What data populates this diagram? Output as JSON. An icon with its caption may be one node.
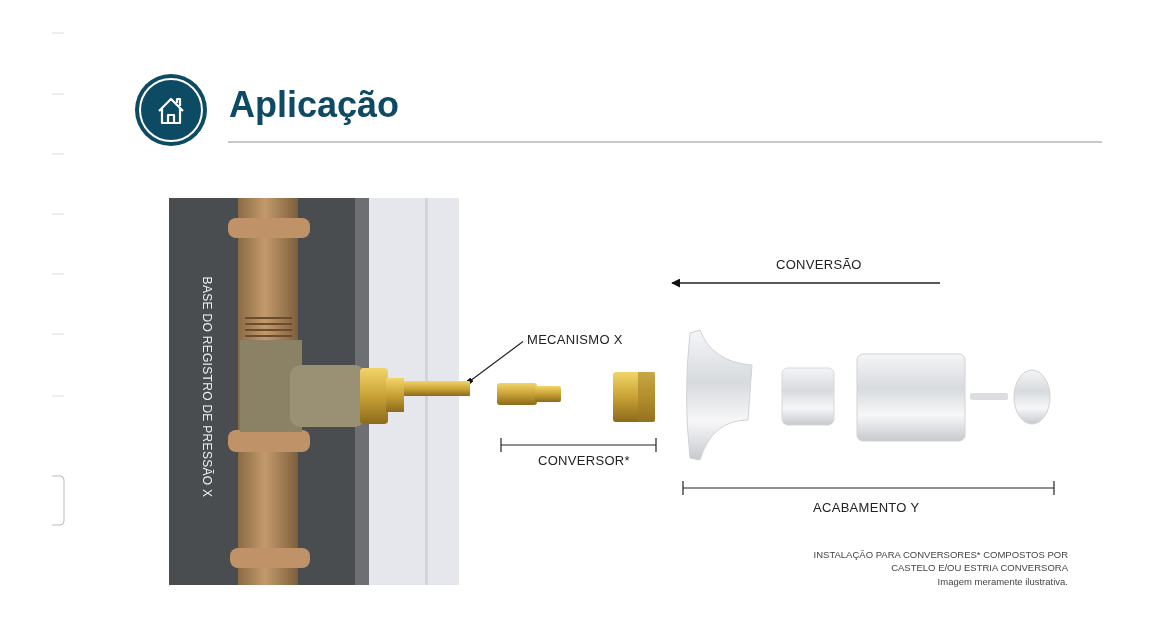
{
  "diagram": {
    "title": "Aplicação",
    "nodes": [
      {
        "text": [
          "MECANISMO X"
        ]
      },
      {
        "text": [],
        "shape": "picture"
      }
    ],
    "edges": [
      {
        "from": 0,
        "to": 1,
        "arrow": "other"
      }
    ],
    "labels": [
      "BASE DO REGISTRO DE PRESSÃO X",
      "CONVERSÃO",
      "CONVERSOR*",
      "ACABAMENTO Y",
      "INSTALAÇÃO PARA CONVERSORES* COMPOSTOS POR CASTELO E/OU ESTRIA CONVERSORA",
      "Imagem meramente ilustrativa."
    ]
  }
}
